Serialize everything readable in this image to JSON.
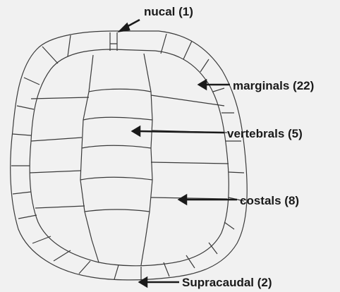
{
  "labels": {
    "nucal": "nucal (1)",
    "marginals": "marginals (22)",
    "vertebrals": "vertebrals (5)",
    "costals": "costals (8)",
    "supracaudal": "Supracaudal (2)"
  },
  "colors": {
    "background": "#f1f1f1",
    "line": "#3a3a3a",
    "text": "#1a1a1a"
  }
}
